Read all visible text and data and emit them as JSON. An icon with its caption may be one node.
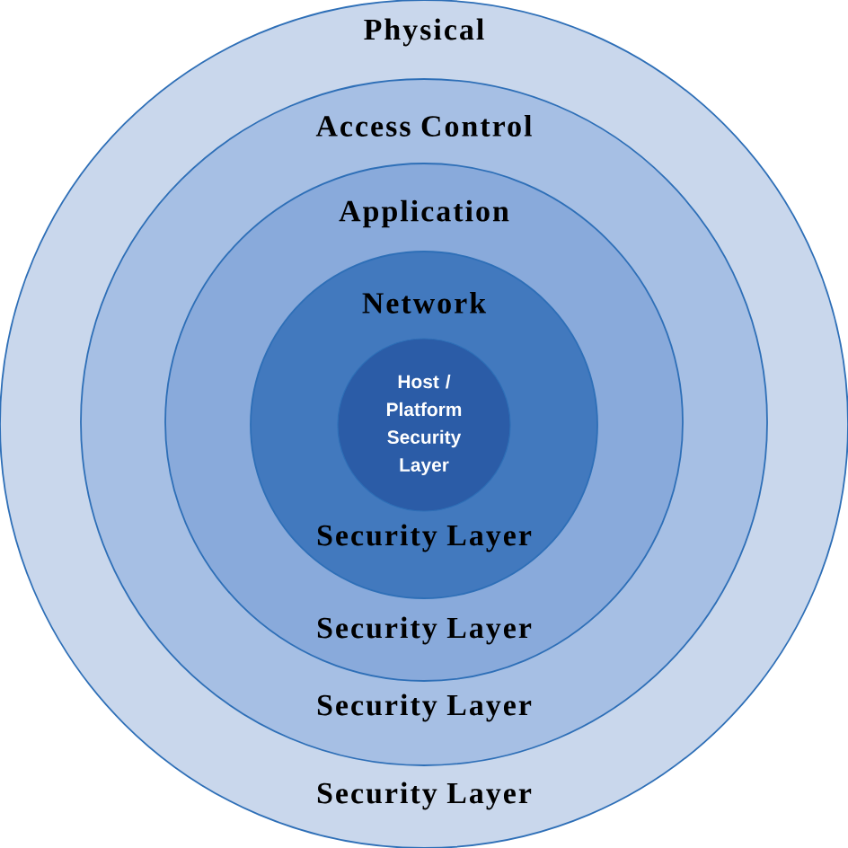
{
  "diagram": {
    "nodes": [
      {
        "text": [
          "Physical",
          "Security Layer"
        ]
      },
      {
        "text": [
          "Access Control",
          "Security Layer"
        ],
        "in": 0
      },
      {
        "text": [
          "Application",
          "Security Layer"
        ],
        "in": 1
      },
      {
        "text": [
          "Network",
          "Security Layer"
        ],
        "in": 2
      },
      {
        "text": [
          "Host / Platform Security Layer"
        ],
        "in": 3
      }
    ]
  }
}
